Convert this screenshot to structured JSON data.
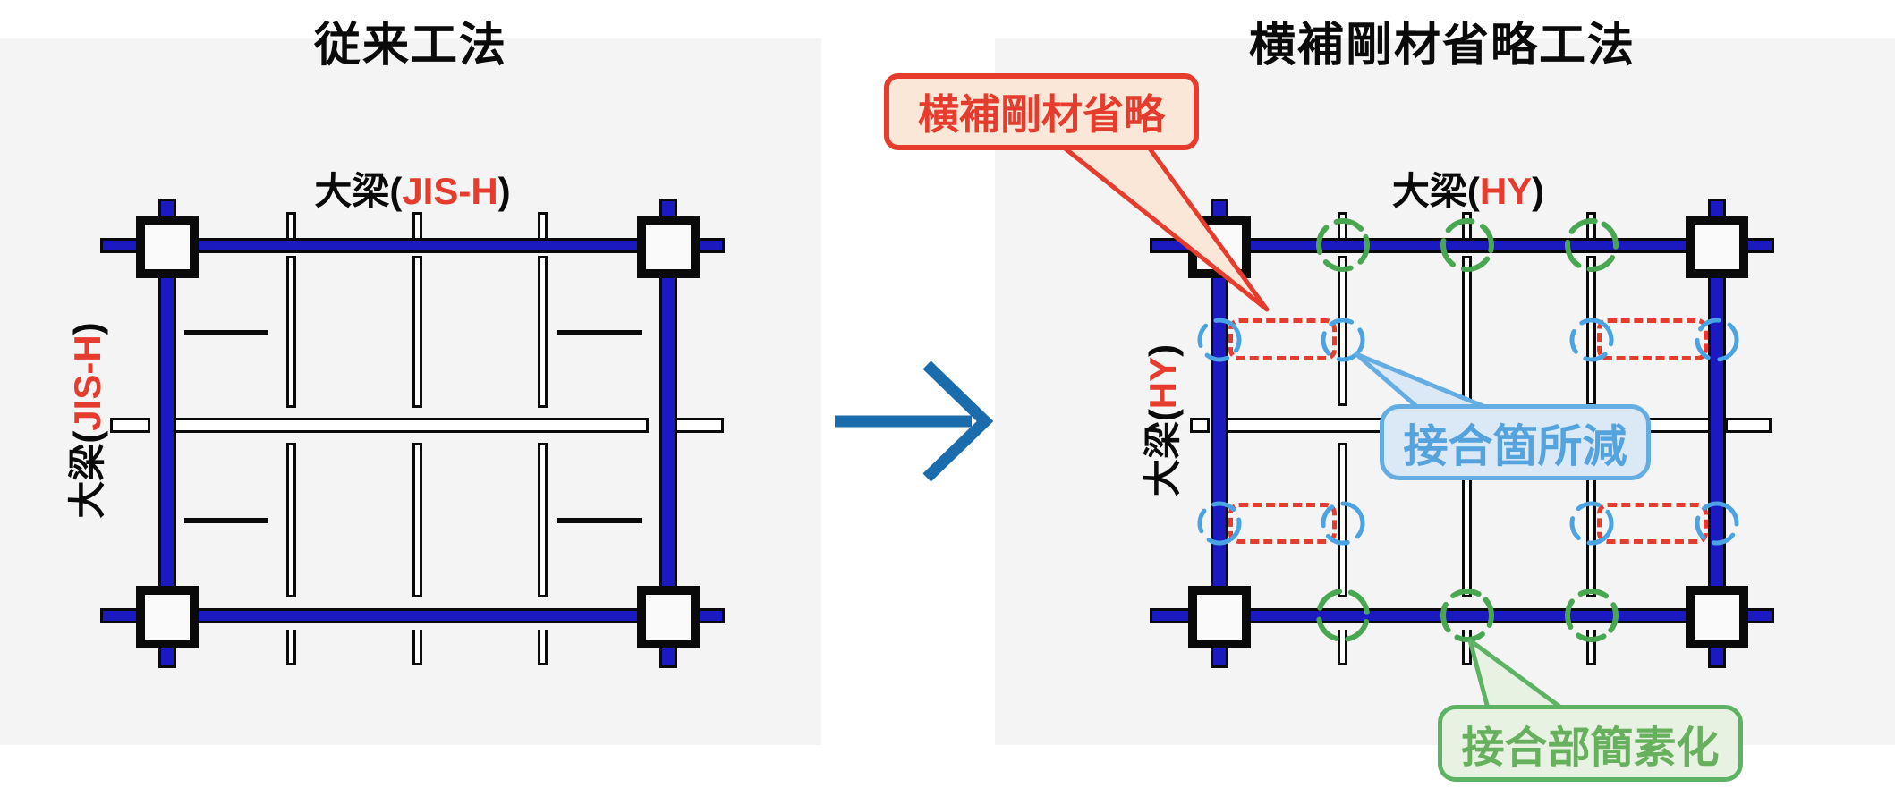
{
  "page": {
    "background": "#ffffff"
  },
  "colors": {
    "panel_bg": "#f4f4f5",
    "ink": "#0a0a0a",
    "beam_blue": "#1b1ac1",
    "member_white": "#ffffff",
    "red": "#e63c2d",
    "peach": "#fbe7d8",
    "blue_border": "#64ade2",
    "blue_text": "#55a3dc",
    "blue_fill": "#dbe9f7",
    "blue_arc": "#4aa3e2",
    "green_arc": "#4aa751",
    "green_border": "#5db363",
    "green_fill": "#e8f2e2",
    "green_text": "#67b15e",
    "arrow": "#1b6cad"
  },
  "left_panel": {
    "title": "従来工法",
    "girder_label": {
      "prefix": "大梁(",
      "type": "JIS-H",
      "suffix": ")"
    }
  },
  "right_panel": {
    "title": "横補剛材省略工法",
    "girder_label": {
      "prefix": "大梁(",
      "type": "HY",
      "suffix": ")"
    }
  },
  "callouts": {
    "omission": {
      "text": "横補剛材省略"
    },
    "fewer_joints": {
      "text": "接合箇所減"
    },
    "simplified": {
      "text": "接合部簡素化"
    }
  },
  "icons": {
    "transform_arrow": "right-arrow",
    "omitted_stiffener_marker": "red-dashed-box",
    "joint_marker": "blue-dashed-circle",
    "connection_marker": "green-dashed-circle"
  }
}
